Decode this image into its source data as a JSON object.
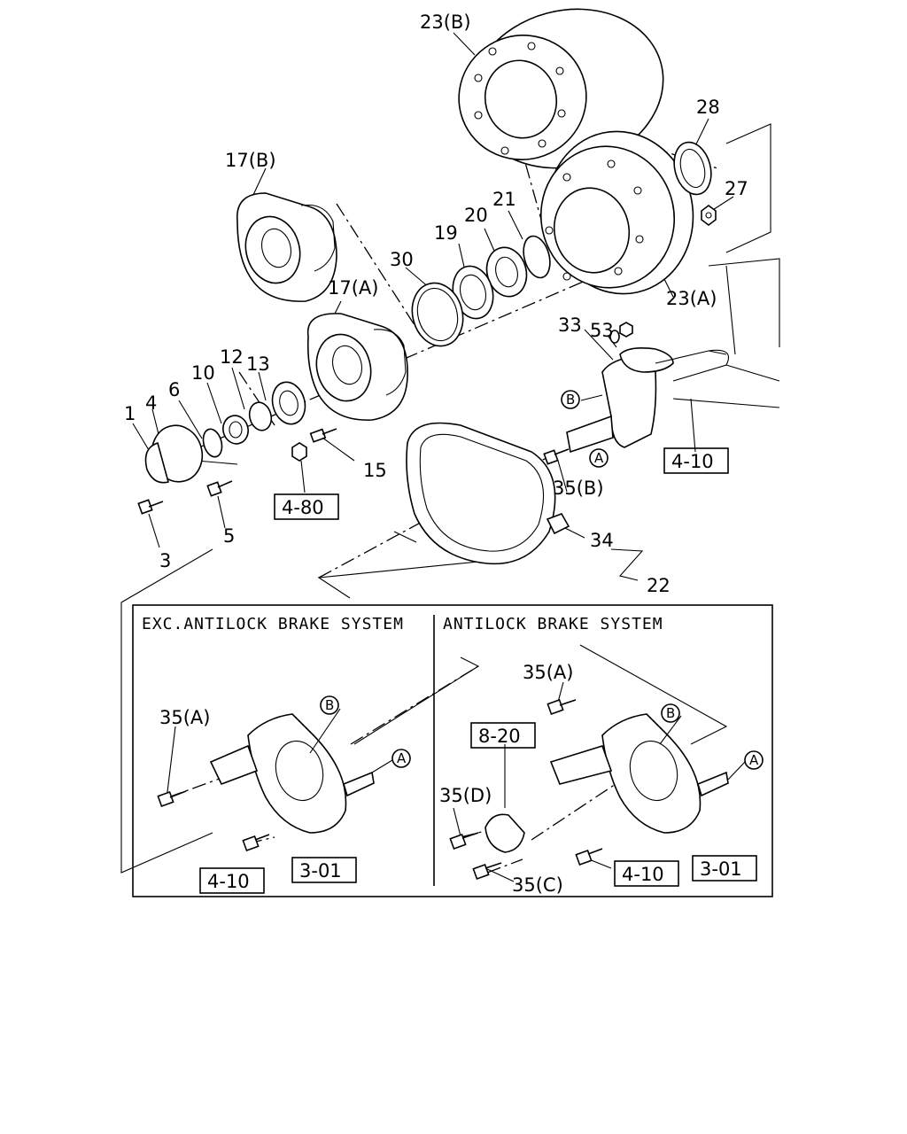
{
  "callouts": {
    "c1": "1",
    "c3": "3",
    "c4": "4",
    "c5": "5",
    "c6": "6",
    "c10": "10",
    "c12": "12",
    "c13": "13",
    "c15": "15",
    "c17a": "17(A)",
    "c17b": "17(B)",
    "c19": "19",
    "c20": "20",
    "c21": "21",
    "c22": "22",
    "c23a": "23(A)",
    "c23b": "23(B)",
    "c27": "27",
    "c28": "28",
    "c30": "30",
    "c33": "33",
    "c34": "34",
    "c35b": "35(B)",
    "c53": "53",
    "c35a_left": "35(A)",
    "c35a_right": "35(A)",
    "c35c": "35(C)",
    "c35d": "35(D)"
  },
  "refs": {
    "r480": "4-80",
    "r410_top": "4-10",
    "r410_left": "4-10",
    "r301_left": "3-01",
    "r820": "8-20",
    "r410_right": "4-10",
    "r301_right": "3-01"
  },
  "markers": {
    "a": "A",
    "b": "B"
  },
  "inset": {
    "left_title": "EXC.ANTILOCK BRAKE SYSTEM",
    "right_title": "ANTILOCK BRAKE SYSTEM"
  }
}
